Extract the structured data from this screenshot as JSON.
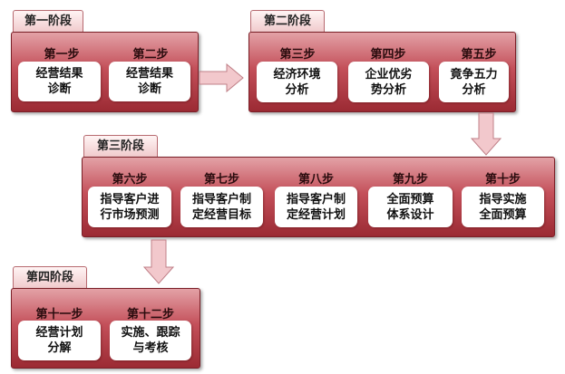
{
  "stages": [
    {
      "title": "第一阶段",
      "steps": [
        {
          "label": "第一步",
          "text": "经营结果\n诊断"
        },
        {
          "label": "第二步",
          "text": "经营结果\n诊断"
        }
      ]
    },
    {
      "title": "第二阶段",
      "steps": [
        {
          "label": "第三步",
          "text": "经济环境\n分析"
        },
        {
          "label": "第四步",
          "text": "企业优劣\n势分析"
        },
        {
          "label": "第五步",
          "text": "竟争五力\n分析"
        }
      ]
    },
    {
      "title": "第三阶段",
      "steps": [
        {
          "label": "第六步",
          "text": "指导客户进\n行市场预测"
        },
        {
          "label": "第七步",
          "text": "指导客户制\n定经营目标"
        },
        {
          "label": "第八步",
          "text": "指导客户制\n定经营计划"
        },
        {
          "label": "第九步",
          "text": "全面预算\n体系设计"
        },
        {
          "label": "第十步",
          "text": "指导实施\n全面预算"
        }
      ]
    },
    {
      "title": "第四阶段",
      "steps": [
        {
          "label": "第十一步",
          "text": "经营计划\n分解"
        },
        {
          "label": "第十二步",
          "text": "实施、跟踪\n与考核"
        }
      ]
    }
  ],
  "colors": {
    "panel_top": "#e3a1a6",
    "panel_mid": "#c4505a",
    "panel_bottom": "#9b2a33",
    "arrow": "#f2c8cc"
  }
}
